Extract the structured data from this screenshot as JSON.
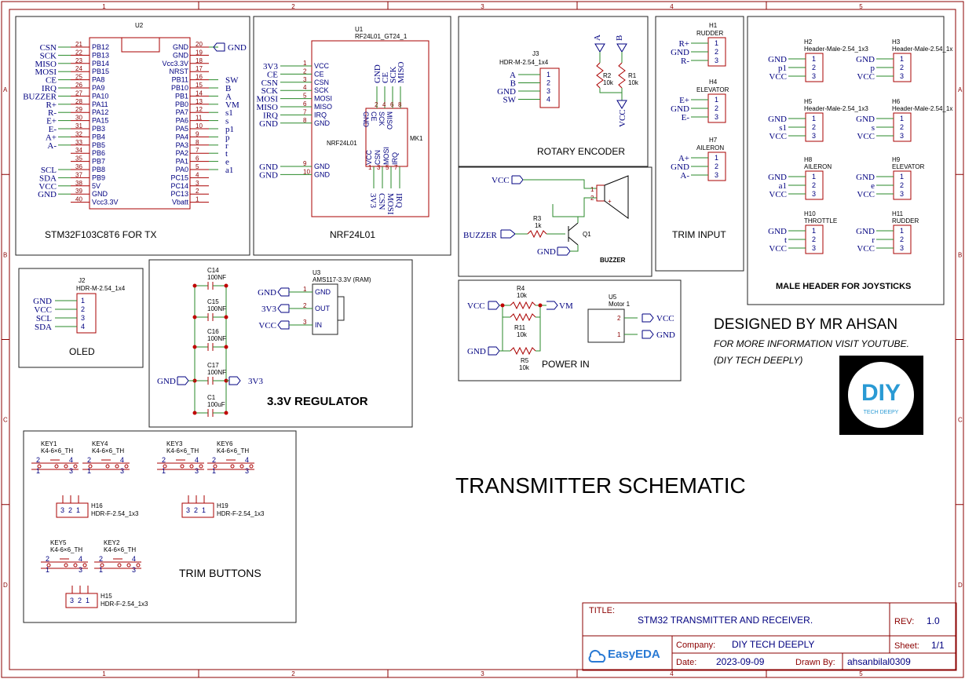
{
  "ruler": {
    "cols": [
      "1",
      "2",
      "3",
      "4",
      "5"
    ],
    "rows": [
      "A",
      "B",
      "C",
      "D"
    ]
  },
  "u2": {
    "ref": "U2",
    "caption": "STM32F103C8T6 FOR TX",
    "left_pins": [
      {
        "net": "CSN",
        "num": "21",
        "name": "PB12"
      },
      {
        "net": "SCK",
        "num": "22",
        "name": "PB13"
      },
      {
        "net": "MISO",
        "num": "23",
        "name": "PB14"
      },
      {
        "net": "MOSI",
        "num": "24",
        "name": "PB15"
      },
      {
        "net": "CE",
        "num": "25",
        "name": "PA8"
      },
      {
        "net": "IRQ",
        "num": "26",
        "name": "PA9"
      },
      {
        "net": "BUZZER",
        "num": "27",
        "name": "PA10"
      },
      {
        "net": "R+",
        "num": "28",
        "name": "PA11"
      },
      {
        "net": "R-",
        "num": "29",
        "name": "PA12"
      },
      {
        "net": "E+",
        "num": "30",
        "name": "PA15"
      },
      {
        "net": "E-",
        "num": "31",
        "name": "PB3"
      },
      {
        "net": "A+",
        "num": "32",
        "name": "PB4"
      },
      {
        "net": "A-",
        "num": "33",
        "name": "PB5"
      },
      {
        "net": "",
        "num": "34",
        "name": "PB6"
      },
      {
        "net": "",
        "num": "35",
        "name": "PB7"
      },
      {
        "net": "SCL",
        "num": "36",
        "name": "PB8"
      },
      {
        "net": "SDA",
        "num": "37",
        "name": "PB9"
      },
      {
        "net": "VCC",
        "num": "38",
        "name": "5V"
      },
      {
        "net": "GND",
        "num": "39",
        "name": "GND"
      },
      {
        "net": "",
        "num": "40",
        "name": "Vcc3.3V"
      }
    ],
    "right_pins": [
      {
        "name": "GND",
        "num": "20",
        "net": "GND"
      },
      {
        "name": "GND",
        "num": "19",
        "net": ""
      },
      {
        "name": "Vcc3.3V",
        "num": "18",
        "net": ""
      },
      {
        "name": "NRST",
        "num": "17",
        "net": ""
      },
      {
        "name": "PB11",
        "num": "16",
        "net": "SW"
      },
      {
        "name": "PB10",
        "num": "15",
        "net": "B"
      },
      {
        "name": "PB1",
        "num": "14",
        "net": "A"
      },
      {
        "name": "PB0",
        "num": "13",
        "net": "VM"
      },
      {
        "name": "PA7",
        "num": "12",
        "net": "s1"
      },
      {
        "name": "PA6",
        "num": "11",
        "net": "s"
      },
      {
        "name": "PA5",
        "num": "10",
        "net": "p1"
      },
      {
        "name": "PA4",
        "num": "9",
        "net": "p"
      },
      {
        "name": "PA3",
        "num": "8",
        "net": "r"
      },
      {
        "name": "PA2",
        "num": "7",
        "net": "t"
      },
      {
        "name": "PA1",
        "num": "6",
        "net": "e"
      },
      {
        "name": "PA0",
        "num": "5",
        "net": "a1"
      },
      {
        "name": "PC15",
        "num": "4",
        "net": ""
      },
      {
        "name": "PC14",
        "num": "3",
        "net": ""
      },
      {
        "name": "PC13",
        "num": "2",
        "net": ""
      },
      {
        "name": "Vbatt",
        "num": "1",
        "net": ""
      }
    ]
  },
  "u1": {
    "ref": "U1",
    "part": "RF24L01_GT24_1",
    "caption": "NRF24L01",
    "module_name": "NRF24L01",
    "mk": "MK1",
    "left_pins": [
      {
        "net": "3V3",
        "num": "1",
        "name": "VCC"
      },
      {
        "net": "CE",
        "num": "2",
        "name": "CE"
      },
      {
        "net": "CSN",
        "num": "3",
        "name": "CSN"
      },
      {
        "net": "SCK",
        "num": "4",
        "name": "SCK"
      },
      {
        "net": "MOSI",
        "num": "5",
        "name": "MOSI"
      },
      {
        "net": "MISO",
        "num": "6",
        "name": "MISO"
      },
      {
        "net": "IRQ",
        "num": "7",
        "name": "IRQ"
      },
      {
        "net": "GND",
        "num": "8",
        "name": "GND"
      }
    ],
    "gnd_pins": [
      {
        "net": "GND",
        "num": "9",
        "name": "GND"
      },
      {
        "net": "GND",
        "num": "10",
        "name": "GND"
      }
    ],
    "top_nets": [
      "GND",
      "CE",
      "SCK",
      "MISO"
    ],
    "top_pins": [
      "GND",
      "CE",
      "SCK",
      "MISO"
    ],
    "top_nums": [
      "2",
      "4",
      "6",
      "8"
    ],
    "bottom_nets": [
      "3V3",
      "CSN",
      "MOSI",
      "IRQ"
    ],
    "bottom_pins": [
      "VCC",
      "CSN",
      "MOSI",
      "IRQ"
    ],
    "bottom_nums": [
      "1",
      "3",
      "5",
      "7"
    ]
  },
  "rotary": {
    "caption": "ROTARY ENCODER",
    "j3_ref": "J3",
    "j3_part": "HDR-M-2.54_1x4",
    "nets": [
      "A",
      "B",
      "GND",
      "SW"
    ],
    "nums": [
      "1",
      "2",
      "3",
      "4"
    ],
    "a_label": "A",
    "b_label": "B",
    "r2": "R2",
    "r2_val": "10k",
    "r1": "R1",
    "r1_val": "10k",
    "vcc": "VCC"
  },
  "trim_input": {
    "caption": "TRIM INPUT",
    "headers": [
      {
        "ref": "H1",
        "name": "RUDDER",
        "nets": [
          "R+",
          "GND",
          "R-"
        ]
      },
      {
        "ref": "H4",
        "name": "ELEVATOR",
        "nets": [
          "E+",
          "GND",
          "E-"
        ]
      },
      {
        "ref": "H7",
        "name": "AILERON",
        "nets": [
          "A+",
          "GND",
          "A-"
        ]
      }
    ],
    "nums": [
      "1",
      "2",
      "3"
    ]
  },
  "male_header": {
    "caption": "MALE HEADER FOR JOYSTICKS",
    "headers": [
      {
        "ref": "H2",
        "name": "Header-Male-2.54_1x3",
        "nets": [
          "GND",
          "p1",
          "VCC"
        ]
      },
      {
        "ref": "H3",
        "name": "Header-Male-2.54_1x",
        "nets": [
          "GND",
          "p",
          "VCC"
        ]
      },
      {
        "ref": "H5",
        "name": "Header-Male-2.54_1x3",
        "nets": [
          "GND",
          "s1",
          "VCC"
        ]
      },
      {
        "ref": "H6",
        "name": "Header-Male-2.54_1x",
        "nets": [
          "GND",
          "s",
          "VCC"
        ]
      },
      {
        "ref": "H8",
        "name": "AILERON",
        "nets": [
          "GND",
          "a1",
          "VCC"
        ]
      },
      {
        "ref": "H9",
        "name": "ELEVATOR",
        "nets": [
          "GND",
          "e",
          "VCC"
        ]
      },
      {
        "ref": "H10",
        "name": "THROTTLE",
        "nets": [
          "GND",
          "t",
          "VCC"
        ]
      },
      {
        "ref": "H11",
        "name": "RUDDER",
        "nets": [
          "GND",
          "r",
          "VCC"
        ]
      }
    ],
    "nums": [
      "1",
      "2",
      "3"
    ]
  },
  "buzzer": {
    "caption": "BUZZER",
    "vcc": "VCC",
    "buzzer_net": "BUZZER",
    "gnd": "GND",
    "r3": "R3",
    "r3_val": "1k",
    "q1": "Q1",
    "pin1": "1",
    "pin2": "2",
    "plus": "+"
  },
  "power_in": {
    "caption": "POWER IN",
    "vcc": "VCC",
    "vm": "VM",
    "gnd": "GND",
    "r4": "R4",
    "r4_val": "10k",
    "r11": "R11",
    "r11_val": "10k",
    "r5": "R5",
    "r5_val": "10k",
    "u5": "U5",
    "u5_name": "Motor 1",
    "u5_pins": [
      {
        "num": "2",
        "net": "VCC"
      },
      {
        "num": "1",
        "net": "GND"
      }
    ]
  },
  "oled": {
    "caption": "OLED",
    "ref": "J2",
    "part": "HDR-M-2.54_1x4",
    "nets": [
      "GND",
      "VCC",
      "SCL",
      "SDA"
    ],
    "nums": [
      "1",
      "2",
      "3",
      "4"
    ]
  },
  "regulator": {
    "caption": "3.3V REGULATOR",
    "caps": [
      {
        "ref": "C14",
        "val": "100NF"
      },
      {
        "ref": "C15",
        "val": "100NF"
      },
      {
        "ref": "C16",
        "val": "100NF"
      },
      {
        "ref": "C17",
        "val": "100NF"
      },
      {
        "ref": "C1",
        "val": "100uF"
      }
    ],
    "gnd": "GND",
    "v33": "3V3",
    "u3": "U3",
    "u3_part": "AMS117-3.3V (RAM)",
    "pins": [
      {
        "net": "GND",
        "num": "1",
        "name": "GND"
      },
      {
        "net": "3V3",
        "num": "2",
        "name": "OUT"
      },
      {
        "net": "VCC",
        "num": "3",
        "name": "IN"
      }
    ]
  },
  "trim_buttons": {
    "caption": "TRIM BUTTONS",
    "keys": [
      {
        "ref": "KEY1",
        "part": "K4-6×6_TH"
      },
      {
        "ref": "KEY4",
        "part": "K4-6×6_TH"
      },
      {
        "ref": "KEY3",
        "part": "K4-6×6_TH"
      },
      {
        "ref": "KEY6",
        "part": "K4-6×6_TH"
      },
      {
        "ref": "KEY5",
        "part": "K4-6×6_TH"
      },
      {
        "ref": "KEY2",
        "part": "K4-6×6_TH"
      }
    ],
    "headers": [
      {
        "ref": "H16",
        "part": "HDR-F-2.54_1x3"
      },
      {
        "ref": "H19",
        "part": "HDR-F-2.54_1x3"
      },
      {
        "ref": "H15",
        "part": "HDR-F-2.54_1x3"
      }
    ],
    "key_pins": [
      "2",
      "4",
      "1",
      "3"
    ],
    "hdr_pins": [
      "3",
      "2",
      "1"
    ]
  },
  "designer": {
    "line1": "DESIGNED BY MR AHSAN",
    "line2": "FOR MORE INFORMATION VISIT YOUTUBE.",
    "line3": "(DIY TECH DEEPLY)",
    "logo_big": "DIY",
    "logo_small": "TECH DEEPY"
  },
  "big_title": "TRANSMITTER SCHEMATIC",
  "title_block": {
    "title_label": "TITLE:",
    "title": "STM32 TRANSMITTER AND RECEIVER.",
    "rev_label": "REV:",
    "rev": "1.0",
    "company_label": "Company:",
    "company": "DIY TECH DEEPLY",
    "sheet_label": "Sheet:",
    "sheet": "1/1",
    "date_label": "Date:",
    "date": "2023-09-09",
    "drawn_label": "Drawn By:",
    "drawn": "ahsanbilal0309",
    "brand": "EasyEDA"
  },
  "colors": {
    "frame": "#8b0000",
    "net": "#000080",
    "wire": "#2a8a2a",
    "junction": "#c00000"
  }
}
